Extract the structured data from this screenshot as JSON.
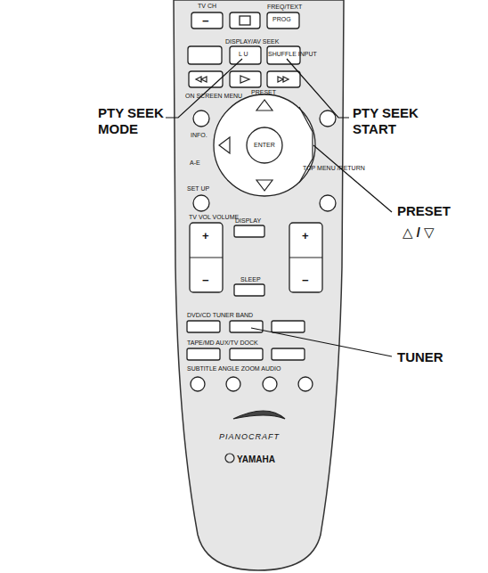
{
  "diagram": {
    "labels": [
      "TV CH",
      "FREQ/TEXT",
      "PROG",
      "DISPLAY/AV SEEK",
      "L U",
      "SHUFFLE INPUT",
      "ON SCREEN MENU",
      "PRESET",
      "INFO.",
      "A-E",
      "ENTER",
      "SET UP",
      "TOP MENU /RETURN",
      "TV VOL VOLUME",
      "DISPLAY",
      "SLEEP",
      "DVD/CD TUNER BAND",
      "TAPE/MD AUX/TV DOCK",
      "SUBTITLE ANGLE ZOOM AUDIO",
      "PIANOCRAFT",
      "YAMAHA",
      "PTY SEEK MODE",
      "PTY SEEK START",
      "PRESET",
      "△ / ▽",
      "TUNER",
      "−",
      "+",
      "−",
      "+",
      "−"
    ]
  }
}
